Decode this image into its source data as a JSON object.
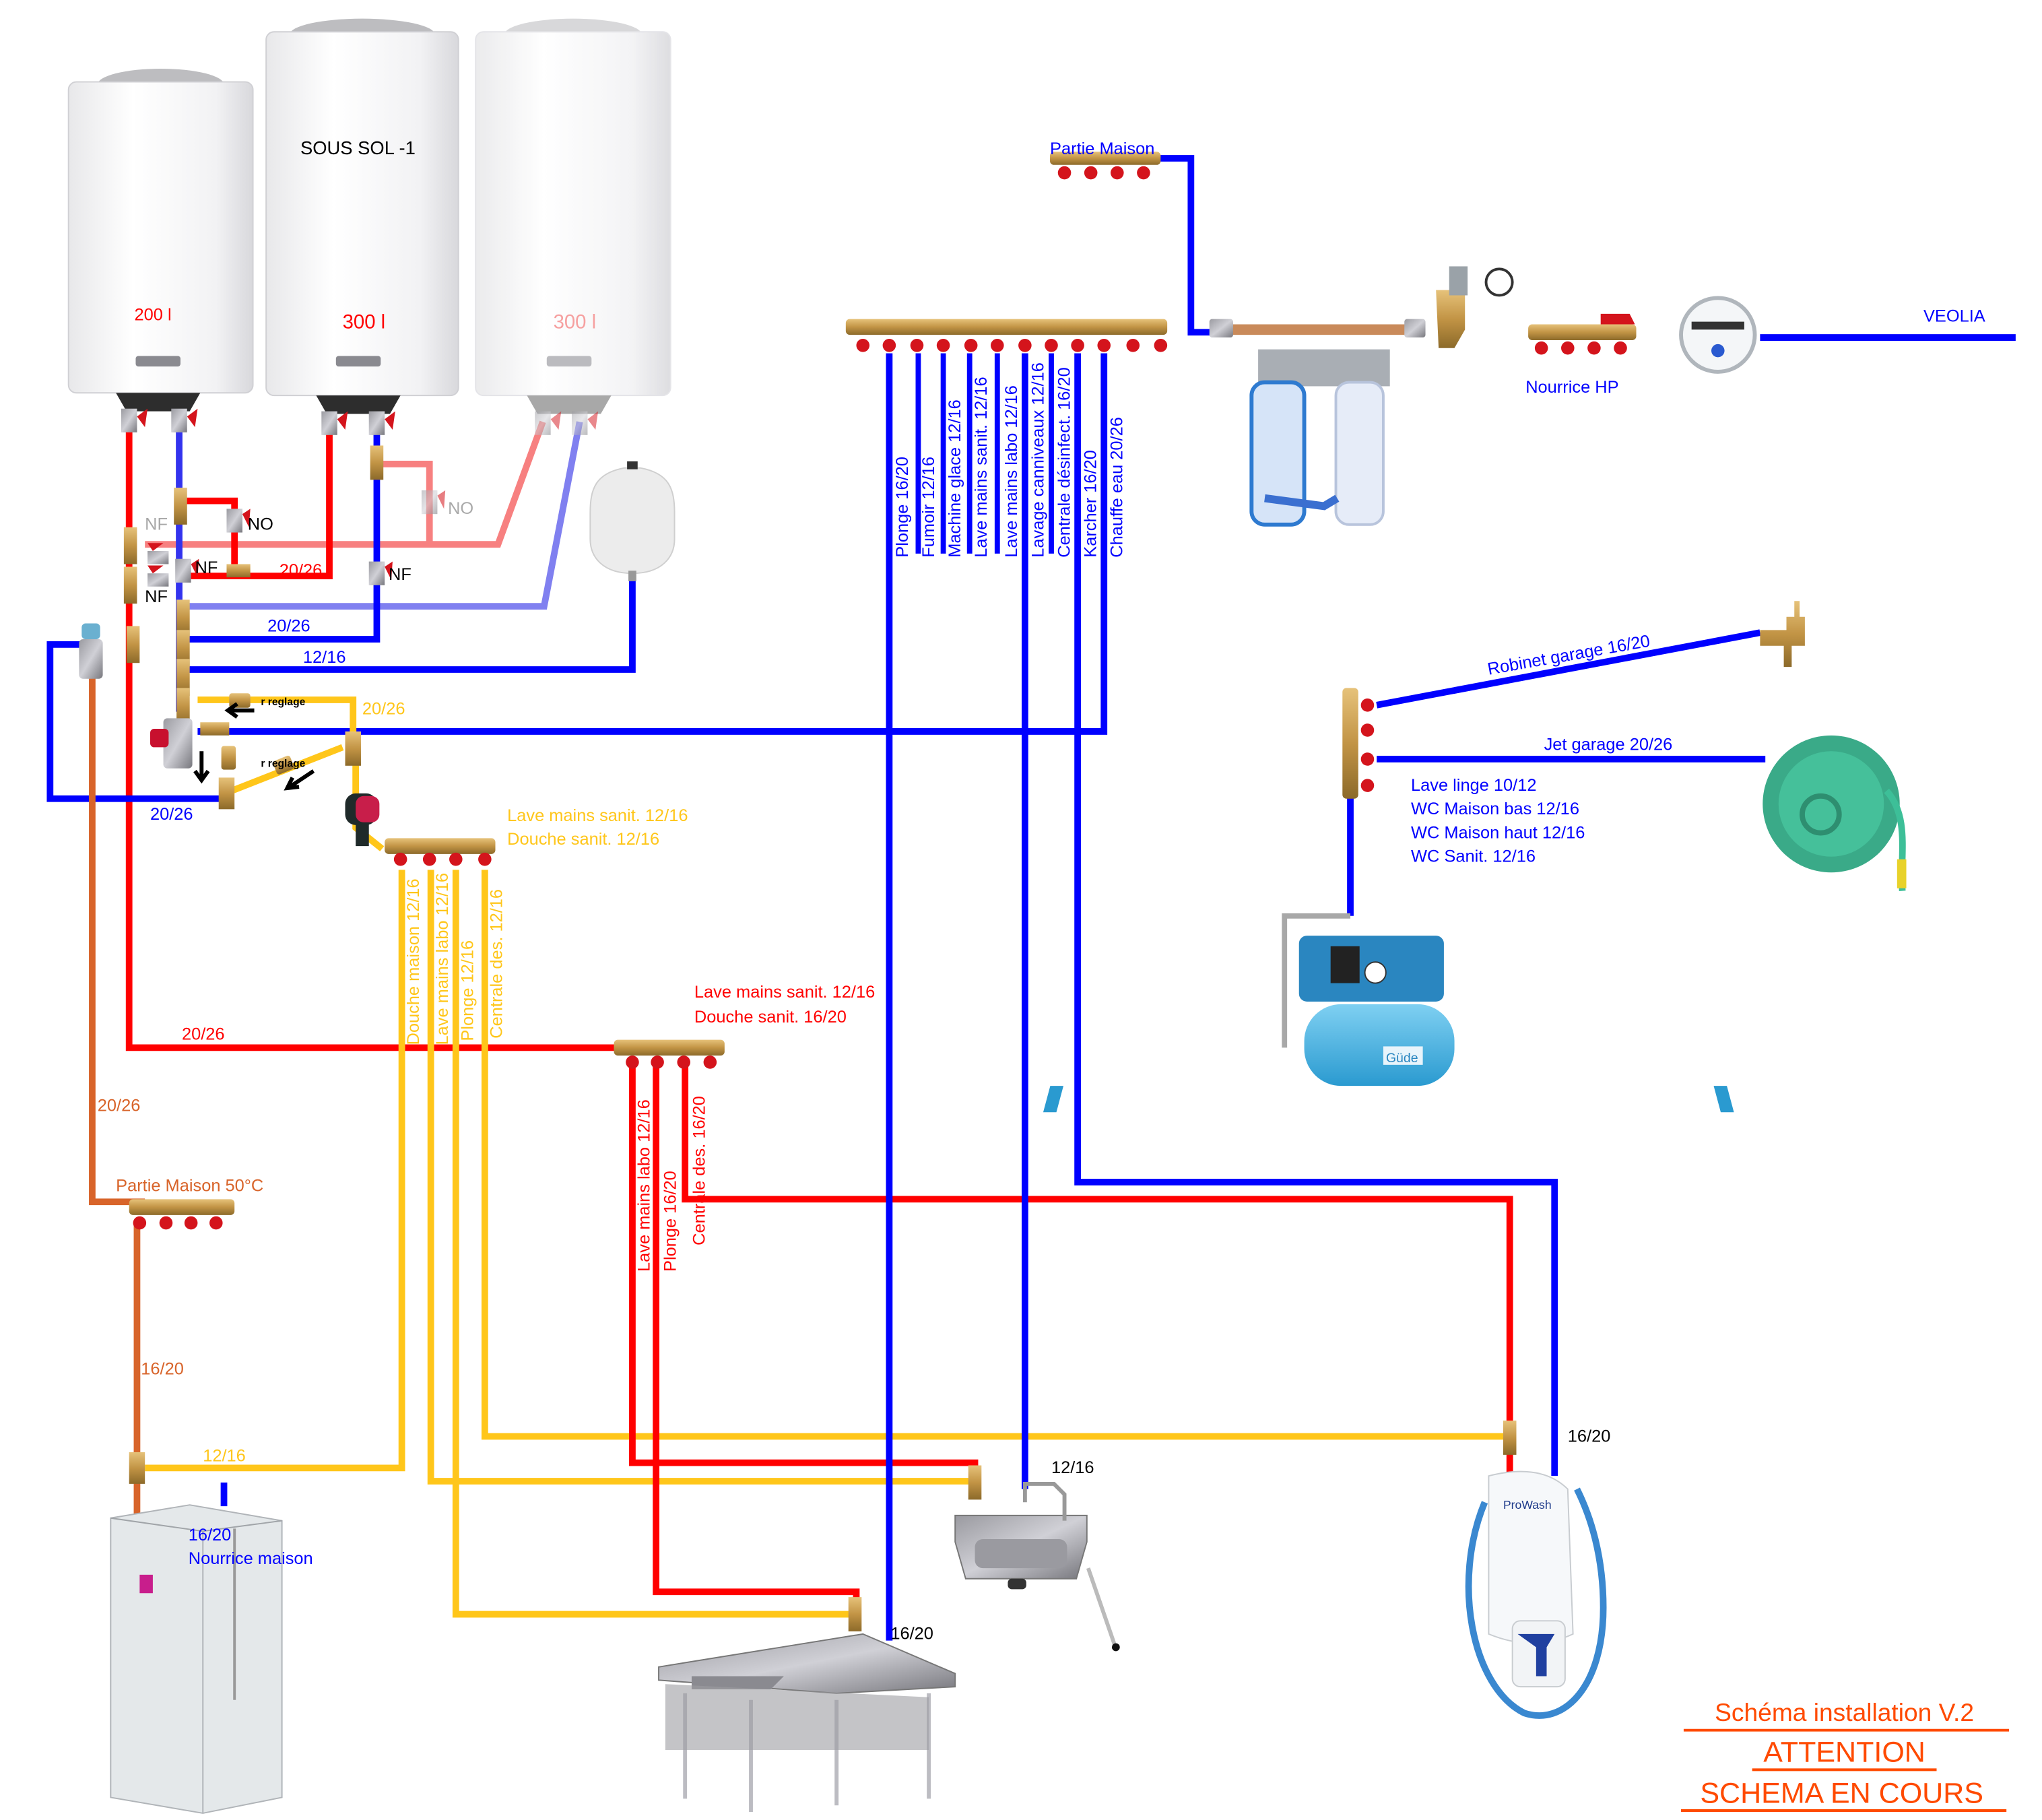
{
  "colors": {
    "cold": "#0000ff",
    "hot": "#ff0000",
    "hot_faded": "#f88080",
    "cold_faded": "#8080f0",
    "return_loop": "#ffc61a",
    "house_hot": "#d8642a",
    "title": "#ff4a00",
    "brass": "#c9a050",
    "valve_red": "#d4141c"
  },
  "tanks": [
    {
      "volume": "200 l",
      "label": ""
    },
    {
      "volume": "300 l",
      "label": "SOUS SOL -1"
    },
    {
      "volume": "300 l",
      "label": "",
      "faded": true
    }
  ],
  "valve_states": {
    "nf_top_left": "NF",
    "no_left": "NO",
    "nf_mid": "NF",
    "nf_bottom": "NF",
    "nf_right": "NF",
    "no_faded": "NO"
  },
  "pipe_labels": {
    "hot_2026_top": "20/26",
    "cold_2026": "20/26",
    "cold_1216": "12/16",
    "loop_2026": "20/26",
    "cold_2026_bottom": "20/26",
    "hot_2026_main": "20/26",
    "house_2026": "20/26",
    "house_1620": "16/20",
    "loop_1216": "12/16",
    "reglage_1": "r reglage",
    "reglage_2": "r reglage"
  },
  "manifold_main": {
    "title": "Partie Maison",
    "outputs": [
      "Plonge 16/20",
      "Fumoir 12/16",
      "Machine glace 12/16",
      "Lave mains sanit. 12/16",
      "Lave mains labo 12/16",
      "Lavage canniveaux 12/16",
      "Centrale désinfect. 16/20",
      "Karcher 16/20",
      "Chauffe eau 20/26"
    ]
  },
  "supply": {
    "source": "VEOLIA",
    "hp_manifold": "Nourrice HP"
  },
  "loop_manifold": {
    "notes": [
      "Lave mains sanit. 12/16",
      "Douche sanit. 12/16"
    ],
    "outputs": [
      "Douche maison 12/16",
      "Lave mains labo 12/16",
      "Plonge 12/16",
      "Centrale des. 12/16"
    ]
  },
  "hot_manifold": {
    "notes": [
      "Lave mains sanit. 12/16",
      "Douche sanit. 16/20"
    ],
    "outputs": [
      "Lave mains labo 12/16",
      "Plonge 16/20",
      "Centrale des. 16/20"
    ]
  },
  "house_manifold": {
    "title": "Partie Maison 50°C",
    "shower_labels": [
      "16/20",
      "Nourrice maison"
    ]
  },
  "garage": {
    "robinet": "Robinet garage 16/20",
    "jet": "Jet garage 20/26",
    "notes": [
      "Lave linge 10/12",
      "WC Maison bas 12/16",
      "WC Maison haut 12/16",
      "WC Sanit. 12/16"
    ]
  },
  "fixtures": {
    "sink_label": "12/16",
    "plonge_label": "16/20",
    "prowash_label": "16/20",
    "prowash_brand": "ProWash",
    "pump_brand": "Güde"
  },
  "title_block": {
    "line1": "Schéma installation V.2",
    "line2": "ATTENTION",
    "line3": "SCHEMA EN COURS"
  }
}
